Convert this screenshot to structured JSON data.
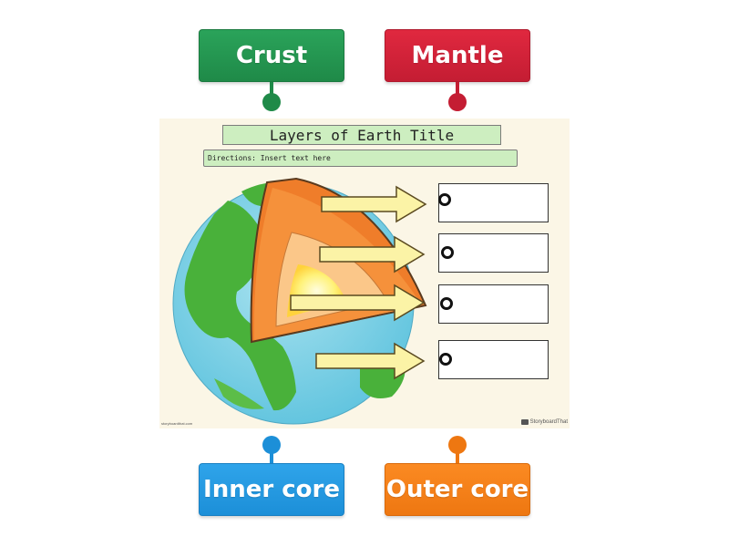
{
  "tiles": {
    "crust": "Crust",
    "mantle": "Mantle",
    "inner_core": "Inner core",
    "outer_core": "Outer core"
  },
  "worksheet": {
    "title": "Layers of Earth Title",
    "directions": "Directions: Insert text here",
    "footer_left": "storyboardthat.com",
    "footer_right": "StoryboardThat"
  },
  "colors": {
    "crust": "#1f8a48",
    "mantle": "#c41d33",
    "inner_core": "#1c8fd8",
    "outer_core": "#ee7711"
  }
}
